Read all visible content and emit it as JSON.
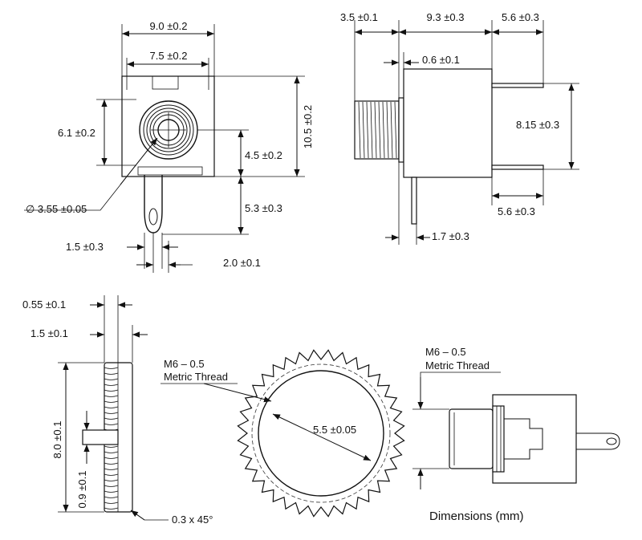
{
  "caption": "Dimensions (mm)",
  "front_view": {
    "width_outer": "9.0 ±0.2",
    "width_inner": "7.5 ±0.2",
    "height_left": "6.1 ±0.2",
    "height_right": "10.5 ±0.2",
    "center_height": "4.5 ±0.2",
    "hole_diameter": "∅ 3.55 ±0.05",
    "pin_length": "5.3 ±0.3",
    "pin_width": "1.5 ±0.3",
    "pin_offset": "2.0 ±0.1"
  },
  "side_view": {
    "thread_length": "3.5 ±0.1",
    "body_length": "9.3 ±0.3",
    "pin_top": "5.6 ±0.3",
    "flange": "0.6 ±0.1",
    "pin_spacing": "8.15 ±0.3",
    "pin_bottom": "5.6 ±0.3",
    "pin_stub": "1.7 ±0.3"
  },
  "nut_side": {
    "slot_width": "0.55 ±0.1",
    "thickness": "1.5 ±0.1",
    "diameter": "8.0 ±0.1",
    "slot_height": "0.9 ±0.1",
    "chamfer": "0.3 x 45°"
  },
  "nut_front": {
    "thread_line1": "M6 – 0.5",
    "thread_line2": "Metric Thread",
    "inner_diameter": "5.5 ±0.05"
  },
  "assembly": {
    "thread_line1": "M6 – 0.5",
    "thread_line2": "Metric Thread"
  }
}
